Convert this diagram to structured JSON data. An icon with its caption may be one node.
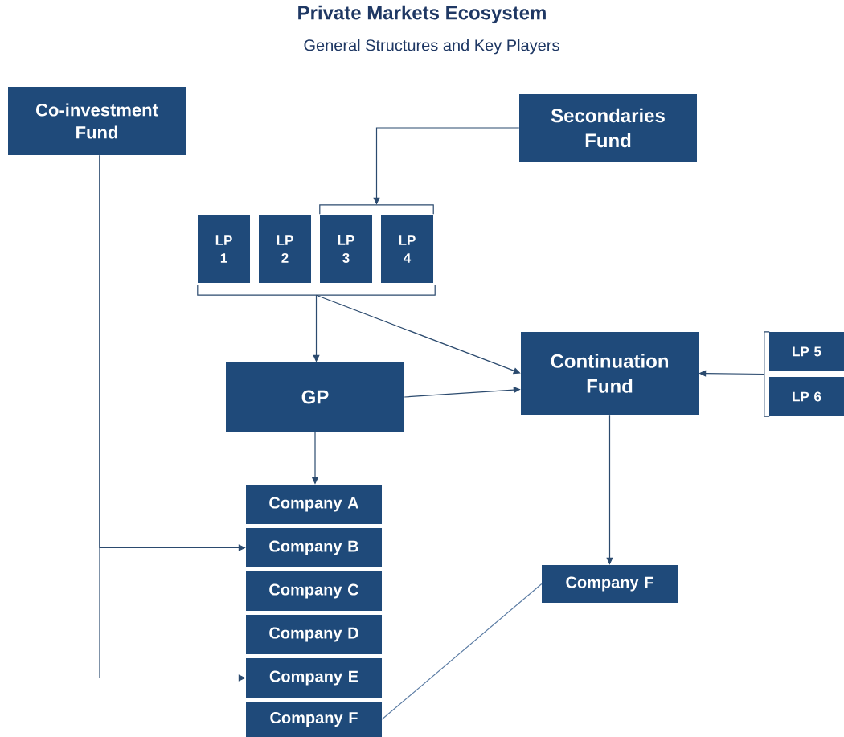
{
  "diagram": {
    "title": "Private Markets Ecosystem",
    "nodes": [
      {
        "text": [
          "Co-investment Fund"
        ]
      },
      {
        "text": [
          "Secondaries Fund"
        ]
      },
      {
        "text": [
          "LP 1"
        ]
      },
      {
        "text": [
          "LP 2"
        ]
      },
      {
        "text": [
          "LP 3"
        ]
      },
      {
        "text": [
          "LP 4"
        ]
      },
      {
        "text": [
          "GP"
        ]
      },
      {
        "text": [
          "Continuation Fund"
        ]
      },
      {
        "text": [
          "LP 5"
        ]
      },
      {
        "text": [
          "LP 6"
        ]
      },
      {
        "text": [
          "Company A"
        ]
      },
      {
        "text": [
          "Company B"
        ]
      },
      {
        "text": [
          "Company C"
        ]
      },
      {
        "text": [
          "Company D"
        ]
      },
      {
        "text": [
          "Company E"
        ]
      },
      {
        "text": [
          "Company F"
        ]
      },
      {
        "text": [
          "Company F"
        ]
      },
      {
        "text": [],
        "shape": "bracket"
      },
      {
        "text": [],
        "shape": "bracket"
      },
      {
        "text": [],
        "shape": "bracket"
      }
    ],
    "edges": [
      {
        "from": 1,
        "to": 17,
        "arrow": "to"
      },
      {
        "from": 18,
        "to": 6,
        "arrow": "to"
      },
      {
        "from": 18,
        "to": 7,
        "arrow": "to"
      },
      {
        "from": 6,
        "to": 7,
        "arrow": "to"
      },
      {
        "from": 19,
        "to": 7,
        "arrow": "to"
      },
      {
        "from": 6,
        "to": 10,
        "arrow": "to"
      },
      {
        "from": 7,
        "to": 16,
        "arrow": "to"
      },
      {
        "from": 0,
        "to": 11,
        "arrow": "to"
      },
      {
        "from": 0,
        "to": 14,
        "arrow": "to"
      },
      {
        "from": 15,
        "to": 16,
        "arrow": "none",
        "color": "#5a7ba3"
      }
    ],
    "labels": [
      "General Structures and Key Players"
    ]
  }
}
